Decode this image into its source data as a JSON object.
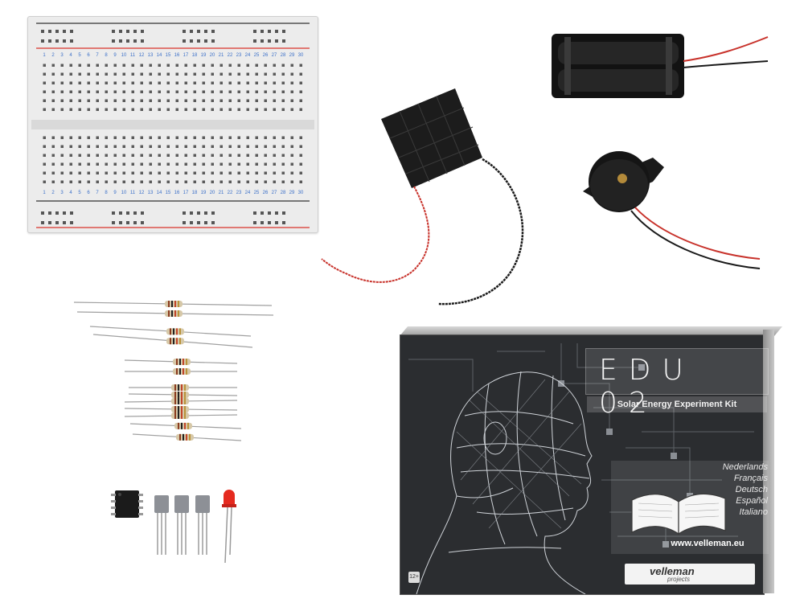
{
  "scene": "kit-contents-photo",
  "box": {
    "title": "EDU 02",
    "subtitle": "Solar Energy Experiment Kit",
    "languages": [
      "Nederlands",
      "Français",
      "Deutsch",
      "Español",
      "Italiano"
    ],
    "website": "www.velleman.eu",
    "brand": "velleman",
    "brand_sub": "projects",
    "age_badge": "12+"
  },
  "breadboard": {
    "row_numbers": [
      "1",
      "2",
      "3",
      "4",
      "5",
      "6",
      "7",
      "8",
      "9",
      "10",
      "11",
      "12",
      "13",
      "14",
      "15",
      "16",
      "17",
      "18",
      "19",
      "20",
      "21",
      "22",
      "23",
      "24",
      "25",
      "26",
      "27",
      "28",
      "29",
      "30"
    ]
  },
  "colors": {
    "background": "#ffffff",
    "breadboard": "#ececec",
    "rail_red": "#d9322b",
    "rail_blue": "#3a6fc8",
    "solar_panel": "#1c1c1c",
    "wire_red": "#c8322b",
    "wire_black": "#1a1a1a",
    "box_dark": "#2b2d30",
    "led_red": "#e52a1f"
  }
}
